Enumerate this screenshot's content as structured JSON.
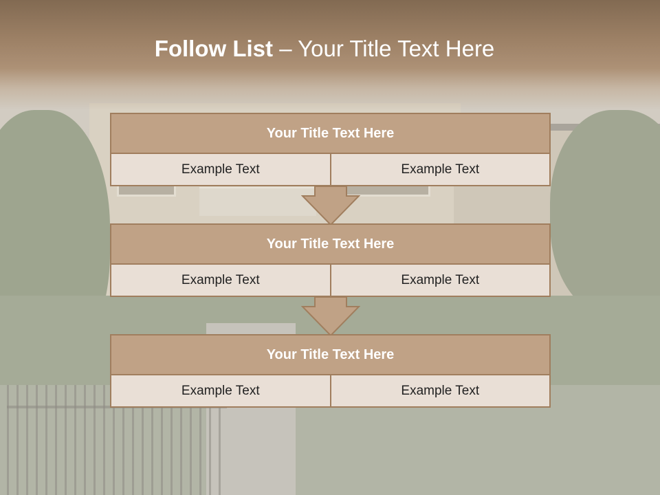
{
  "slide": {
    "title_bold": "Follow List",
    "title_rest": " – Your Title Text Here"
  },
  "blocks": [
    {
      "title": "Your Title Text Here",
      "left": "Example Text",
      "right": "Example Text"
    },
    {
      "title": "Your Title Text Here",
      "left": "Example Text",
      "right": "Example Text"
    },
    {
      "title": "Your Title Text Here",
      "left": "Example Text",
      "right": "Example Text"
    }
  ],
  "colors": {
    "header_fill": "#c0a286",
    "border": "#a07e5e",
    "cell_fill": "#e9dfd6",
    "title_band": "#9c8065"
  }
}
